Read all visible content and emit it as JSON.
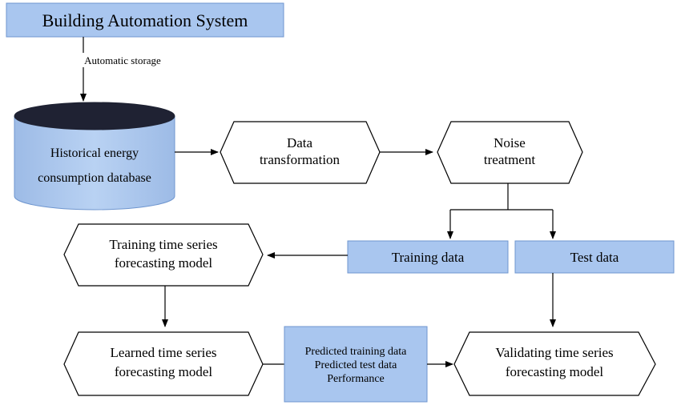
{
  "title_box": {
    "label": "Building Automation System"
  },
  "storage_label": "Automatic storage",
  "database": {
    "line1": "Historical energy",
    "line2": "consumption database"
  },
  "data_transformation": {
    "line1": "Data",
    "line2": "transformation"
  },
  "noise_treatment": {
    "line1": "Noise",
    "line2": "treatment"
  },
  "training_data": {
    "label": "Training data"
  },
  "test_data": {
    "label": "Test data"
  },
  "training_model": {
    "line1": "Training time series",
    "line2": "forecasting model"
  },
  "learned_model": {
    "line1": "Learned time series",
    "line2": "forecasting model"
  },
  "predicted_box": {
    "line1": "Predicted training data",
    "line2": "Predicted test data",
    "line3": "Performance"
  },
  "validating_model": {
    "line1": "Validating time series",
    "line2": "forecasting model"
  },
  "colors": {
    "box_fill": "#a9c6ef",
    "box_stroke": "#6f96cf",
    "db_top": "#1f2233",
    "line": "#000000"
  }
}
